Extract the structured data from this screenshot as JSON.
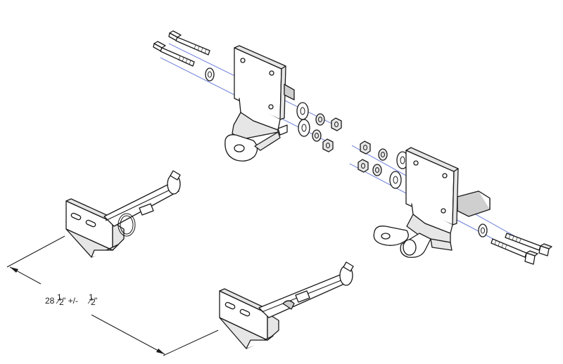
{
  "dimension": {
    "whole": "28",
    "frac1_num": "1",
    "frac1_den": "2",
    "mid": "\" +/- ",
    "frac2_num": "1",
    "frac2_den": "2",
    "end": "\""
  },
  "colors": {
    "line": "#1a1a1a",
    "axis": "#5a6fd6",
    "shade": "#e6e6e6"
  }
}
